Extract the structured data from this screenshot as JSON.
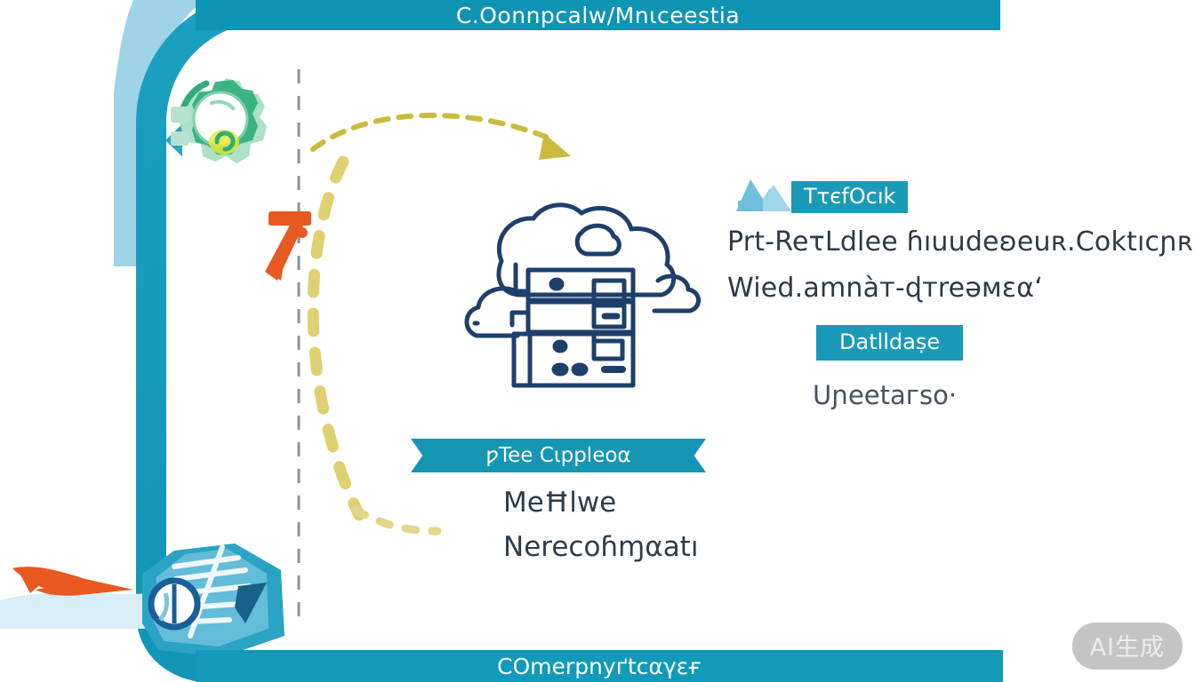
{
  "meta": {
    "watermark": "AI生成"
  },
  "banner": {
    "top_title": "C.Oonnpcalw/Mnιceestia",
    "bottom_title": "COmerpnyґtcαγεғ"
  },
  "icons": {
    "gear": "gear-icon",
    "cloud_server": "cloud-server-icon",
    "mountain_skyline": "mountain-skyline-icon",
    "orange_arrow": "orange-arrow-icon",
    "yellow_dashed_arrow": "yellow-dashed-arrow-icon",
    "dashed_divider": "dashed-divider-icon",
    "orange_swoosh": "orange-swoosh-icon",
    "blue_burst": "blue-burst-icon"
  },
  "right_block": {
    "chip_label": "TτєfOcık",
    "line1": "Prt-ReτLdlee ɦıuudeʚeuʀ.Coktıcɲʀ",
    "line2": "Wied.amnàт-ɖтreəмεαʻ",
    "chip2_label": "Datlldaṣe",
    "sub_line": "Uɲeetaгso·"
  },
  "ribbon_block": {
    "ribbon_label": "ƿTee Cιppleoα",
    "line1": "MeĦlwe",
    "line2": "Nerecoɦɱαatı"
  },
  "colors": {
    "frame_teal": "#1296b8",
    "banner_teal": "#0e94b5",
    "chip_teal": "#1b9ab8",
    "ink_navy": "#1d3f6b",
    "text_dark": "#2d3a47",
    "accent_orange": "#e8591f",
    "accent_yellow": "#d6c33c",
    "gear_green": "#2fae78",
    "light_blue": "#8ecde4"
  }
}
